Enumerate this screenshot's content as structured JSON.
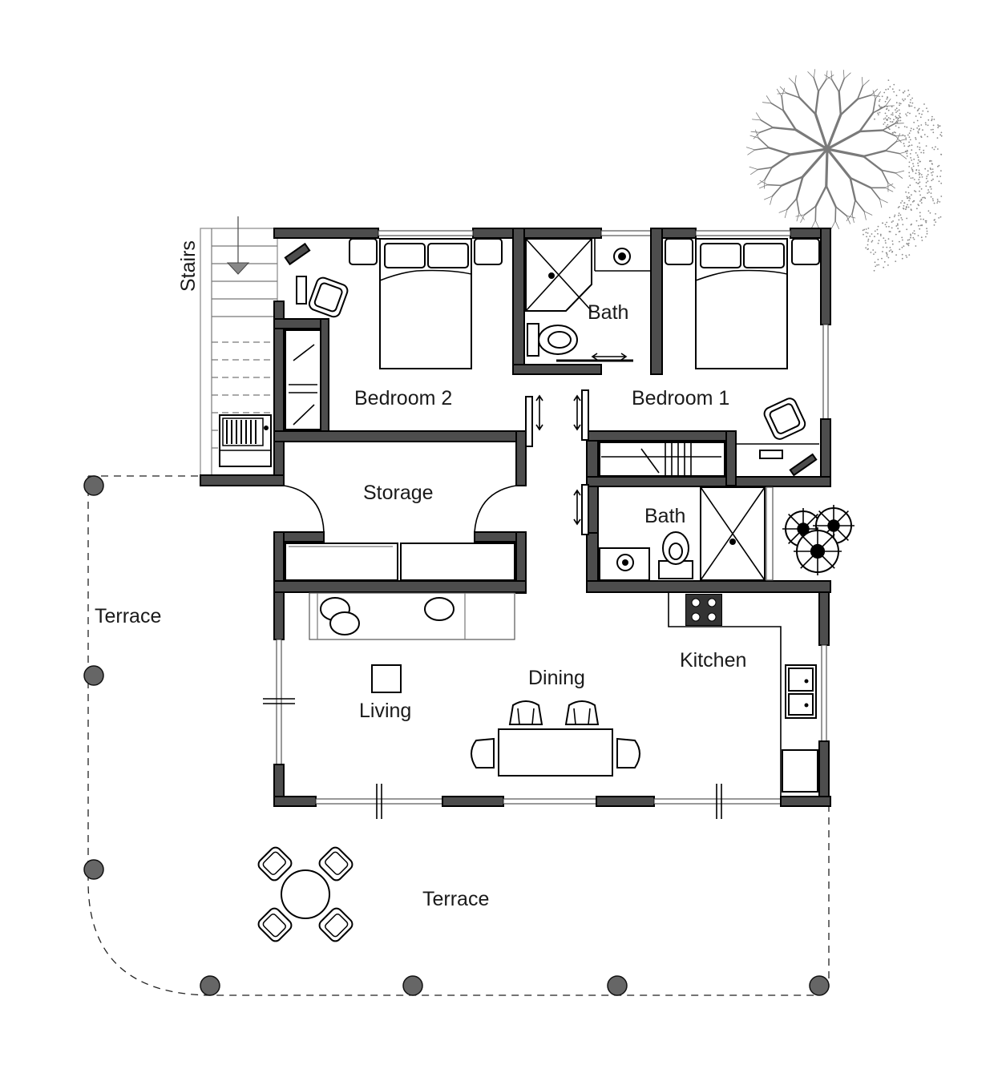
{
  "rooms": {
    "stairs": "Stairs",
    "bedroom2": "Bedroom 2",
    "bath_upper": "Bath",
    "bedroom1": "Bedroom 1",
    "storage": "Storage",
    "bath_lower": "Bath",
    "terrace_west": "Terrace",
    "kitchen": "Kitchen",
    "dining": "Dining",
    "living": "Living",
    "terrace_south": "Terrace"
  },
  "colors": {
    "wall": "#4d4d4d",
    "line": "#000000",
    "vegetation": "#7a7a7a"
  }
}
